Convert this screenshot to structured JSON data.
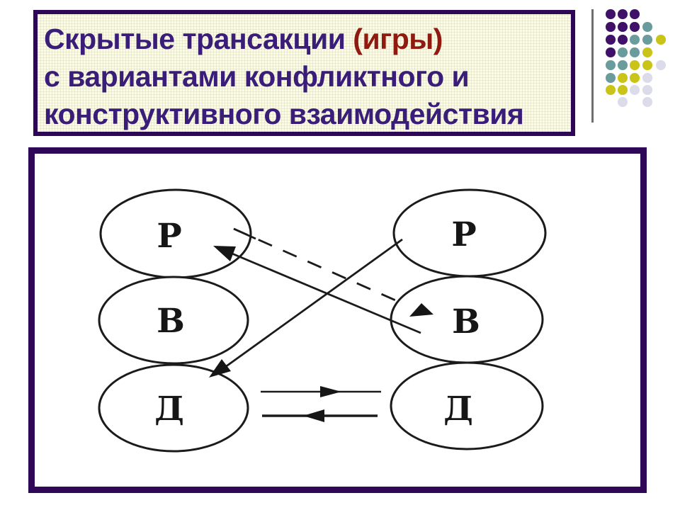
{
  "title": {
    "segments": {
      "line1_main": "Скрытые трансакции ",
      "line1_accent": "(игры)",
      "line2": "с вариантами конфликтного и",
      "line3": "конструктивного взаимодействия"
    },
    "colors": {
      "text": "#3A1D78",
      "accent": "#8E1A10",
      "background": "#FCFCE4",
      "border": "#2E0757"
    }
  },
  "decoration": {
    "divider_color": "#6F6F6F",
    "dot_grid": {
      "colors": {
        "P": "#3F1169",
        "T": "#6B9C9D",
        "Y": "#C9C417",
        "L": "#DBDBEA"
      },
      "rows": [
        [
          "P",
          "P",
          "P",
          "",
          ""
        ],
        [
          "P",
          "P",
          "P",
          "T",
          ""
        ],
        [
          "P",
          "P",
          "T",
          "T",
          "Y"
        ],
        [
          "P",
          "T",
          "T",
          "Y",
          ""
        ],
        [
          "T",
          "T",
          "Y",
          "Y",
          "L"
        ],
        [
          "T",
          "Y",
          "Y",
          "L",
          ""
        ],
        [
          "Y",
          "Y",
          "L",
          "L",
          ""
        ],
        [
          "",
          "L",
          "",
          "L",
          ""
        ]
      ]
    }
  },
  "diagram": {
    "border_color": "#2E0757",
    "ink_color": "#1B1B1B",
    "nodes": [
      {
        "id": "left-parent",
        "label": "Р"
      },
      {
        "id": "left-adult",
        "label": "В"
      },
      {
        "id": "left-child",
        "label": "Д"
      },
      {
        "id": "right-parent",
        "label": "Р"
      },
      {
        "id": "right-adult",
        "label": "В"
      },
      {
        "id": "right-child",
        "label": "Д"
      }
    ],
    "edges": [
      {
        "from": "right-parent",
        "to": "left-child",
        "style": "solid"
      },
      {
        "from": "right-adult",
        "to": "left-parent",
        "style": "solid"
      },
      {
        "from": "left-parent",
        "to": "right-adult",
        "style": "dashed"
      },
      {
        "from": "left-child",
        "to": "right-child",
        "style": "solid"
      },
      {
        "from": "right-child",
        "to": "left-child",
        "style": "solid"
      }
    ]
  }
}
